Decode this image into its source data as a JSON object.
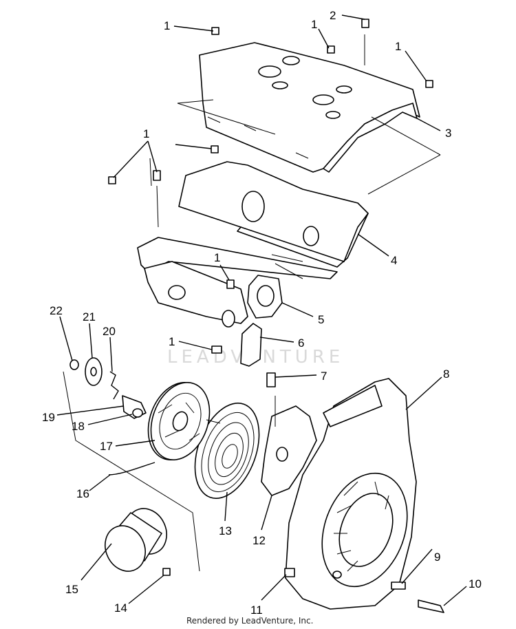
{
  "callouts": [
    "1",
    "2",
    "1",
    "1",
    "3",
    "1",
    "4",
    "1",
    "5",
    "22",
    "21",
    "20",
    "1",
    "6",
    "7",
    "8",
    "19",
    "18",
    "17",
    "16",
    "13",
    "12",
    "15",
    "14",
    "11",
    "9",
    "10"
  ],
  "watermark": "LEADVENTURE",
  "credit": "Rendered by LeadVenture, Inc."
}
